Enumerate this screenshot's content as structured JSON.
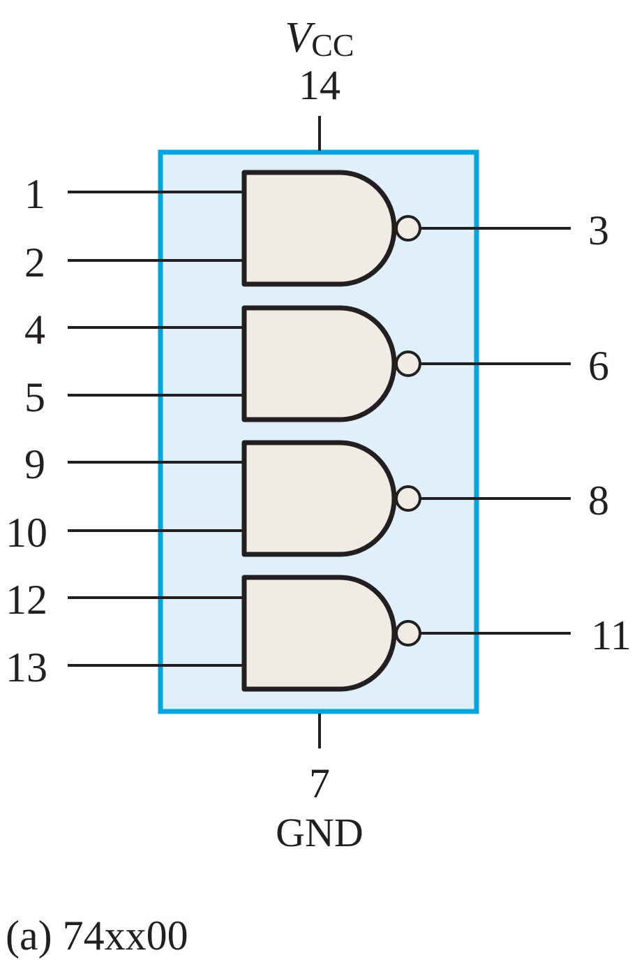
{
  "power": {
    "vcc_main": "V",
    "vcc_sub": "CC",
    "vcc_pin": "14",
    "gnd_pin": "7",
    "gnd_label": "GND"
  },
  "gates": [
    {
      "in_a": "1",
      "in_b": "2",
      "out": "3"
    },
    {
      "in_a": "4",
      "in_b": "5",
      "out": "6"
    },
    {
      "in_a": "9",
      "in_b": "10",
      "out": "8"
    },
    {
      "in_a": "12",
      "in_b": "13",
      "out": "11"
    }
  ],
  "caption": "(a) 74xx00",
  "colors": {
    "chip_fill": "#dff0fb",
    "chip_border": "#00a6e0",
    "gate_fill": "#f0ece3",
    "stroke": "#231f20"
  }
}
